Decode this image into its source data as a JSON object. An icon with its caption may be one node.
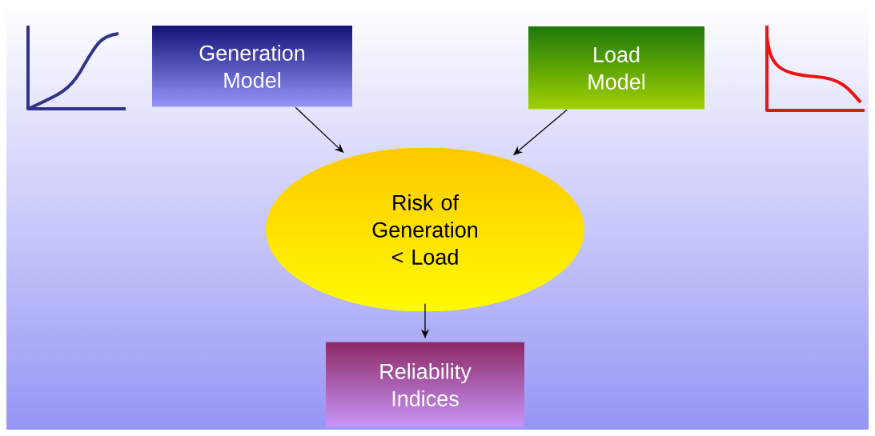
{
  "diagram": {
    "nodes": [
      {
        "text": [
          "Generation Model"
        ]
      },
      {
        "text": [
          "Load Model"
        ]
      },
      {
        "text": [
          "Risk of Generation < Load"
        ]
      },
      {
        "text": [
          "Reliability Indices"
        ]
      }
    ],
    "edges": [
      {
        "from": 0,
        "to": 2,
        "arrow": "to"
      },
      {
        "from": 1,
        "to": 2,
        "arrow": "to"
      },
      {
        "from": 2,
        "to": 3,
        "arrow": "to"
      }
    ]
  }
}
